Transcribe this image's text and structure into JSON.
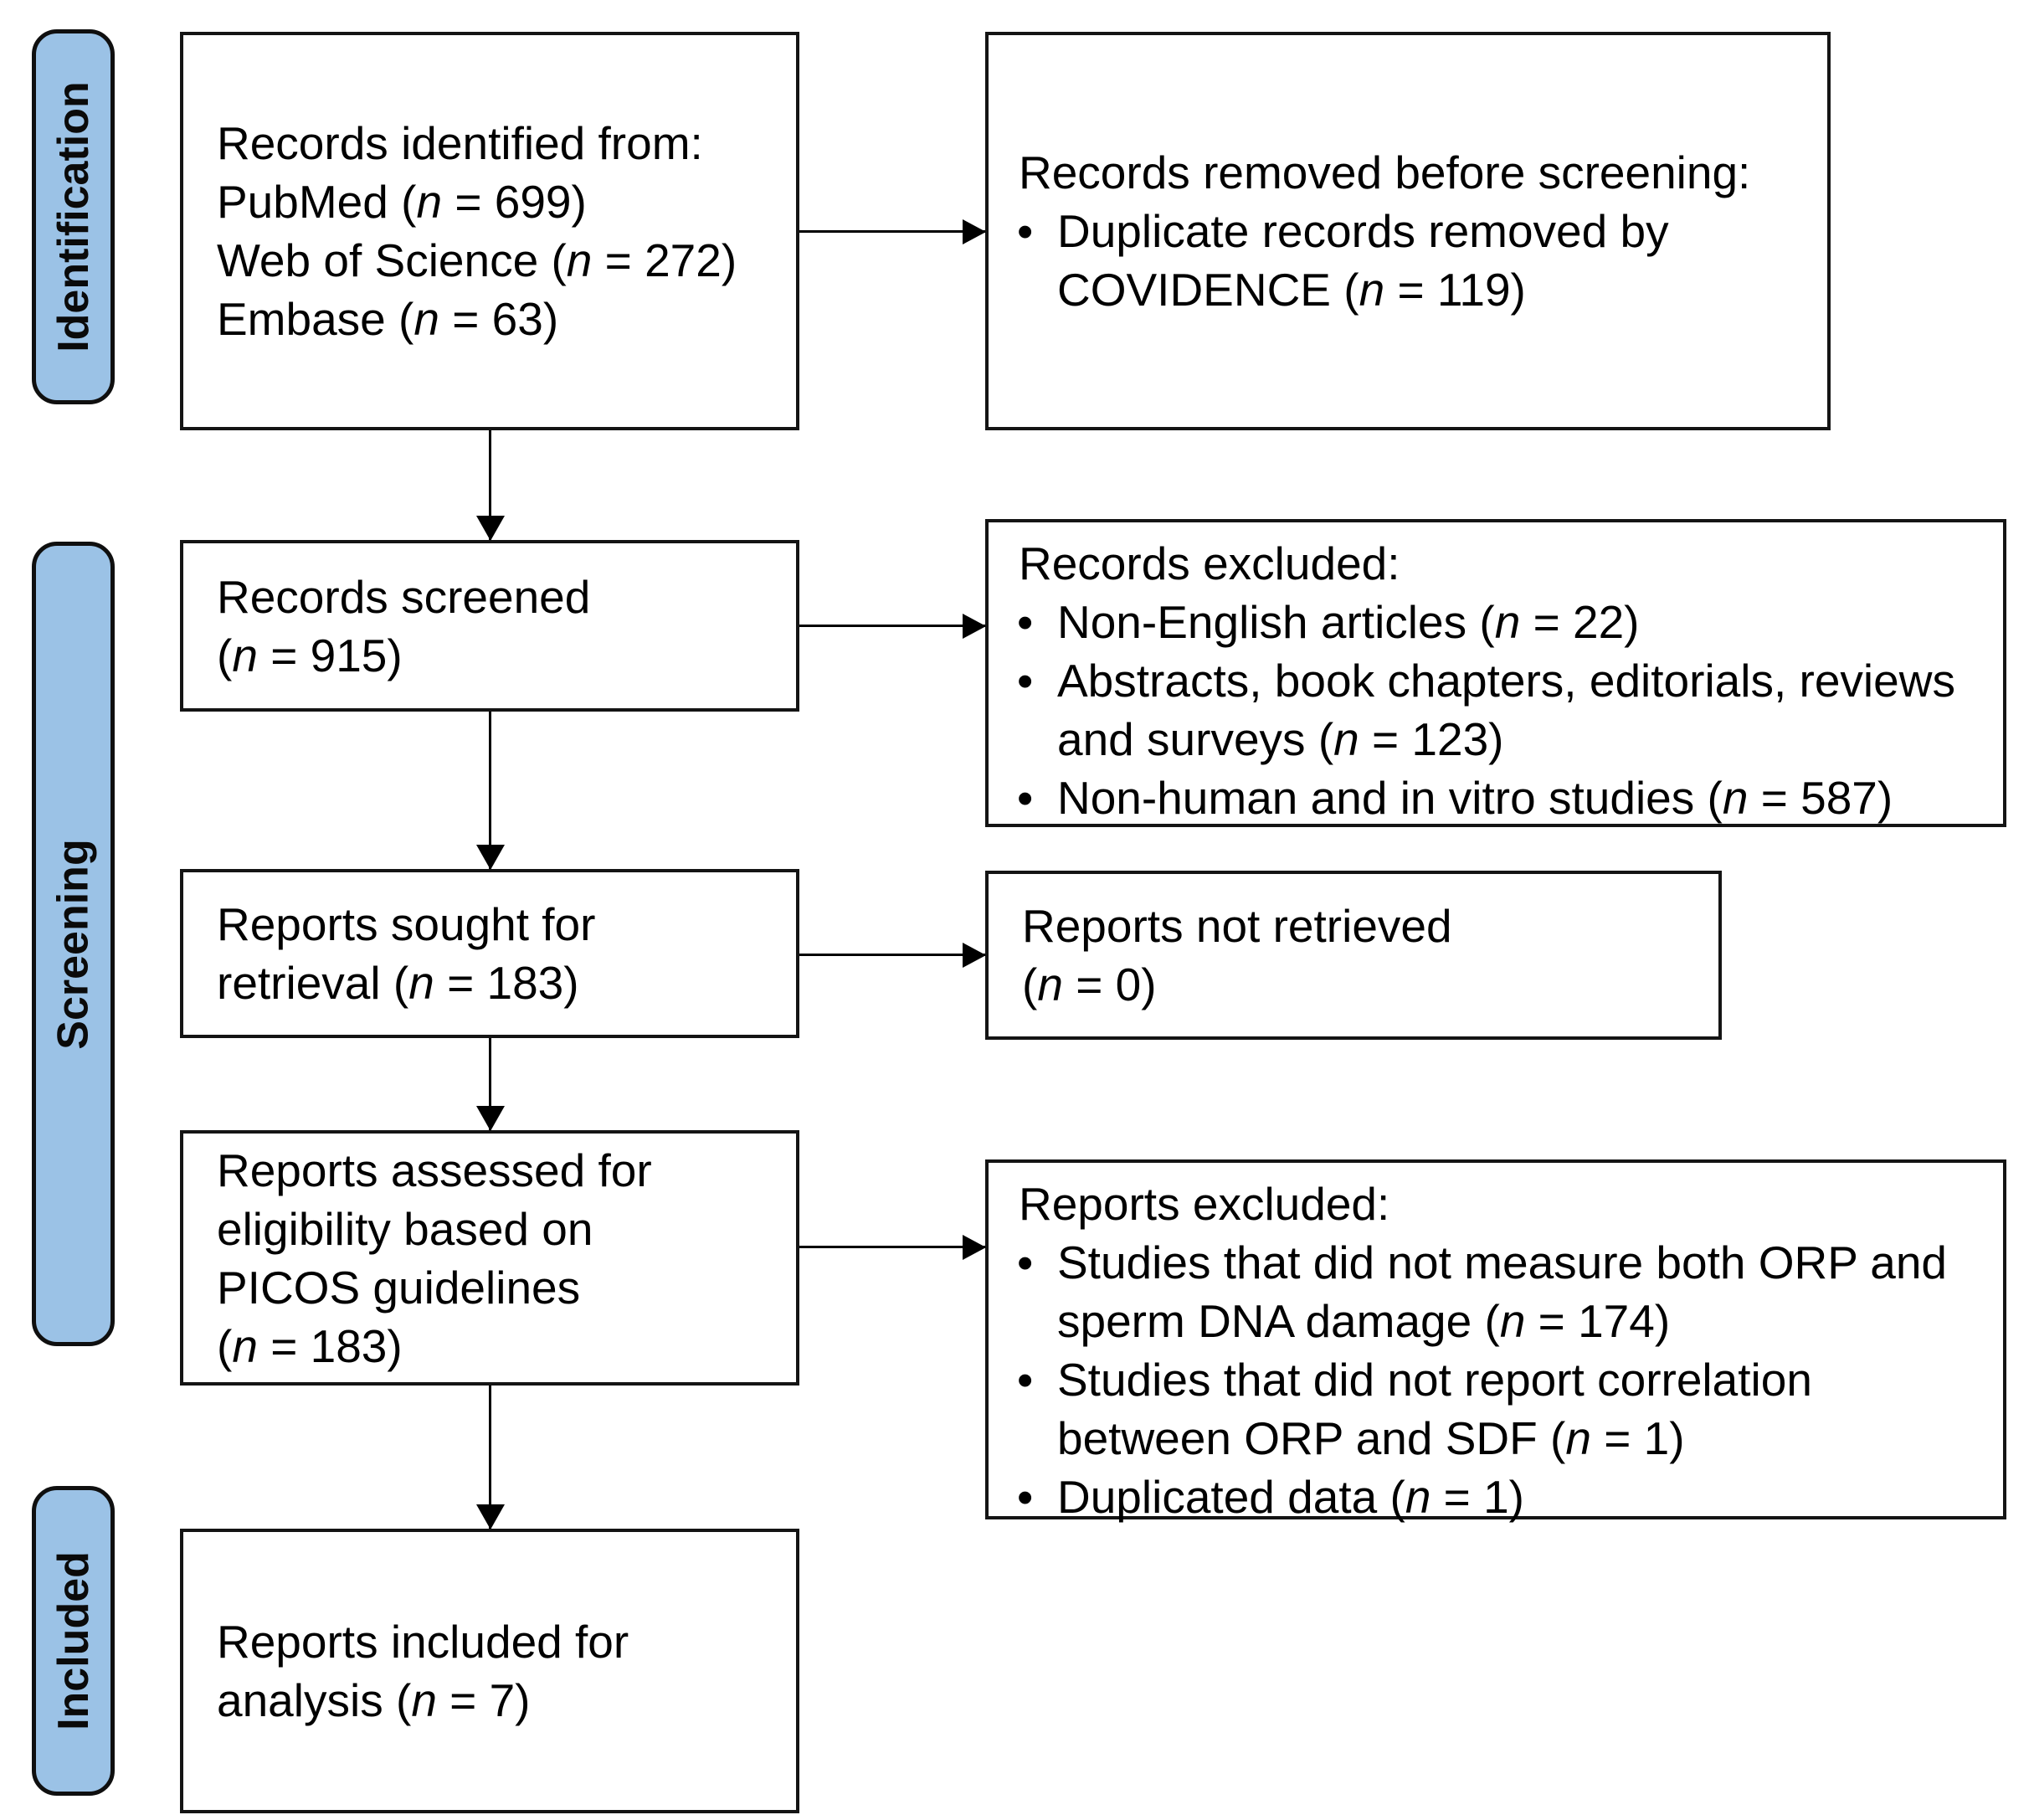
{
  "colors": {
    "stage_fill": "#9BC2E6",
    "stage_border": "#0f0f0f",
    "box_border": "#141414",
    "text": "#000000",
    "arrow": "#000000",
    "background": "#ffffff"
  },
  "stages": [
    {
      "label": "Identification"
    },
    {
      "label": "Screening"
    },
    {
      "label": "Included"
    }
  ],
  "boxes": {
    "records_identified": {
      "lines": [
        "Records identified from:",
        "PubMed (n = 699)",
        "Web of Science (n = 272)",
        "Embase (n = 63)"
      ]
    },
    "records_removed": {
      "title": "Records removed before screening:",
      "bullets": [
        "Duplicate records removed by COVIDENCE (n = 119)"
      ]
    },
    "records_screened": {
      "lines": [
        "Records screened",
        "(n = 915)"
      ]
    },
    "records_excluded": {
      "title": "Records excluded:",
      "bullets": [
        "Non-English articles (n = 22)",
        "Abstracts, book chapters, editorials, reviews and surveys (n = 123)",
        "Non-human and in vitro studies (n = 587)"
      ]
    },
    "reports_sought": {
      "lines": [
        "Reports sought for",
        "retrieval (n = 183)"
      ]
    },
    "reports_not_retrieved": {
      "lines": [
        "Reports not retrieved",
        "(n = 0)"
      ]
    },
    "reports_assessed": {
      "lines": [
        "Reports assessed for",
        "eligibility based on",
        "PICOS guidelines",
        "(n = 183)"
      ]
    },
    "reports_excluded": {
      "title": "Reports excluded:",
      "bullets": [
        "Studies that did not measure both ORP and sperm DNA damage (n = 174)",
        "Studies that did not report correlation between ORP and SDF (n = 1)",
        "Duplicated data (n = 1)"
      ]
    },
    "reports_included": {
      "lines": [
        "Reports included for",
        "analysis (n = 7)"
      ]
    }
  }
}
